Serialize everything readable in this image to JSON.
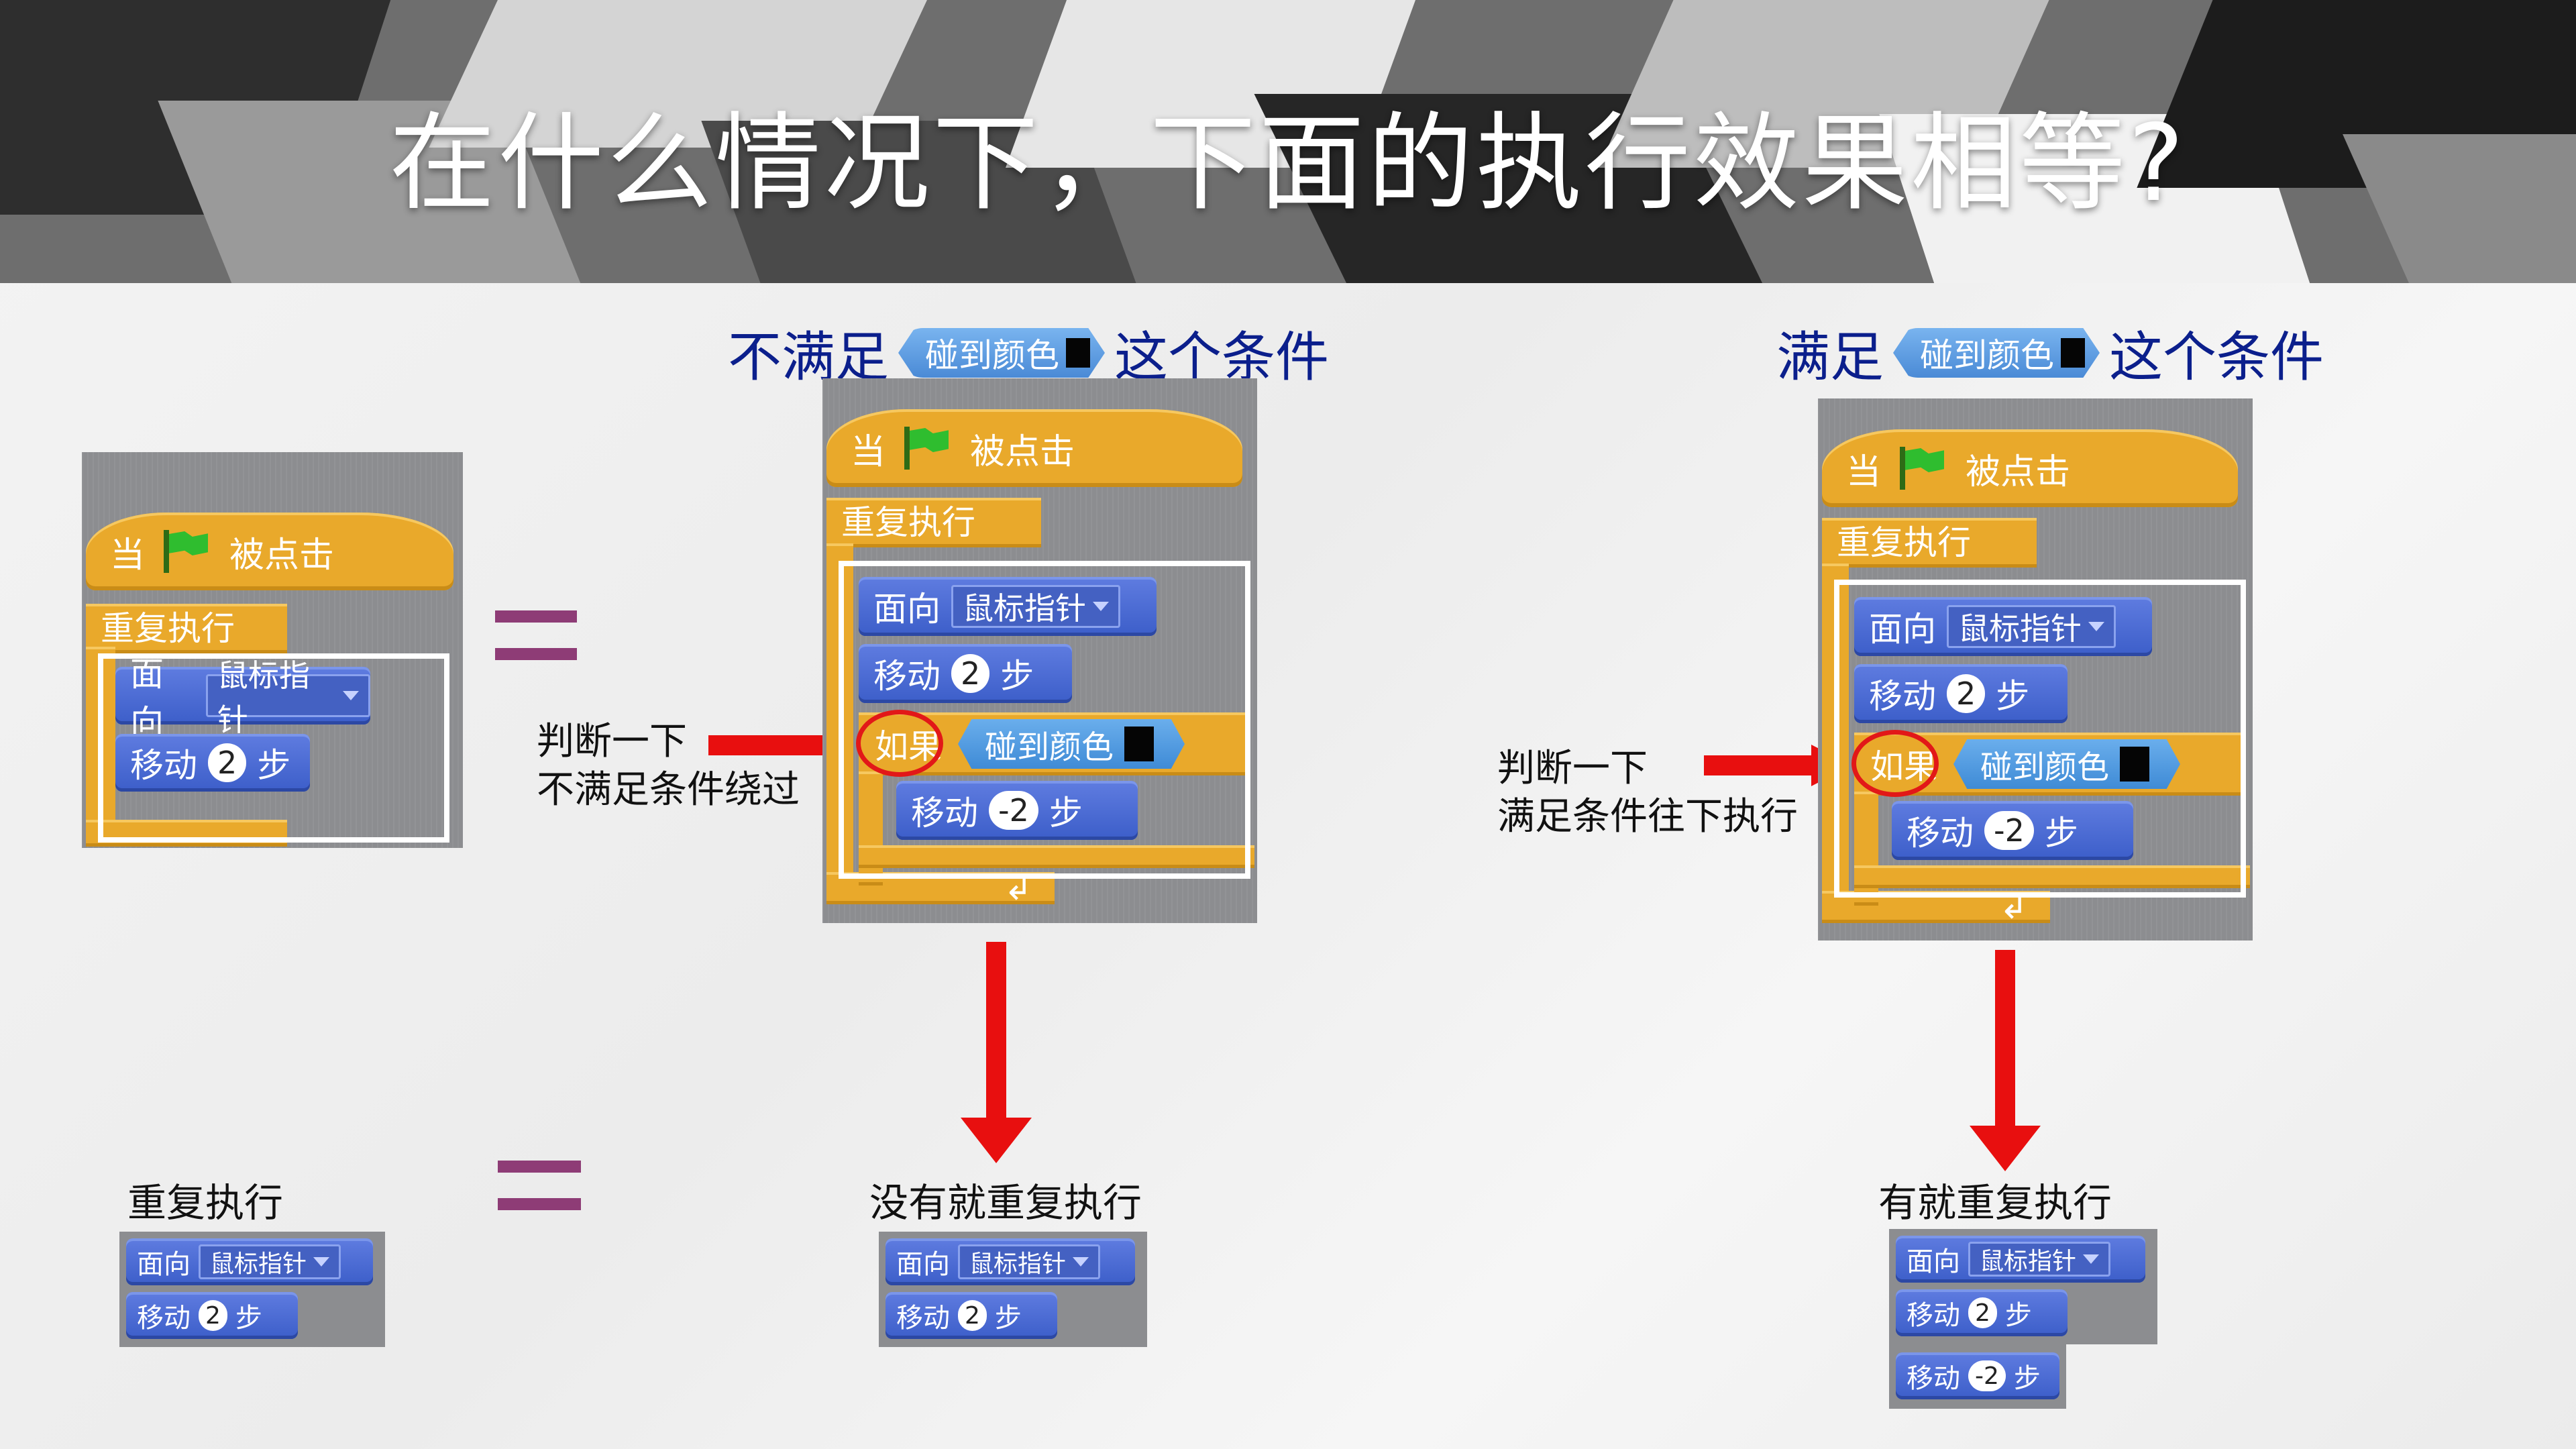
{
  "title": "在什么情况下，下面的执行效果相等?",
  "headings": {
    "not_met_prefix": "不满足",
    "met_prefix": "满足",
    "condition_block": "碰到颜色",
    "suffix": "这个条件"
  },
  "blocks": {
    "when_prefix": "当",
    "when_suffix": "被点击",
    "forever": "重复执行",
    "point_towards": "面向",
    "mouse_pointer": "鼠标指针",
    "move": "移动",
    "steps": "步",
    "value_2": "2",
    "value_neg2": "-2",
    "if": "如果",
    "touching_color": "碰到颜色"
  },
  "annotations": {
    "left_line1": "判断一下",
    "left_line2": "不满足条件绕过",
    "right_line1": "判断一下",
    "right_line2": "满足条件往下执行"
  },
  "captions": {
    "left": "重复执行",
    "middle": "没有就重复执行",
    "right": "有就重复执行"
  },
  "colors": {
    "heading": "#0b1f8c",
    "equals": "#8e3c76",
    "arrow": "#e80f0f",
    "motion_block": "#4a6cd4",
    "control_block": "#e9a92b",
    "sensing_block": "#4f9ae0"
  }
}
